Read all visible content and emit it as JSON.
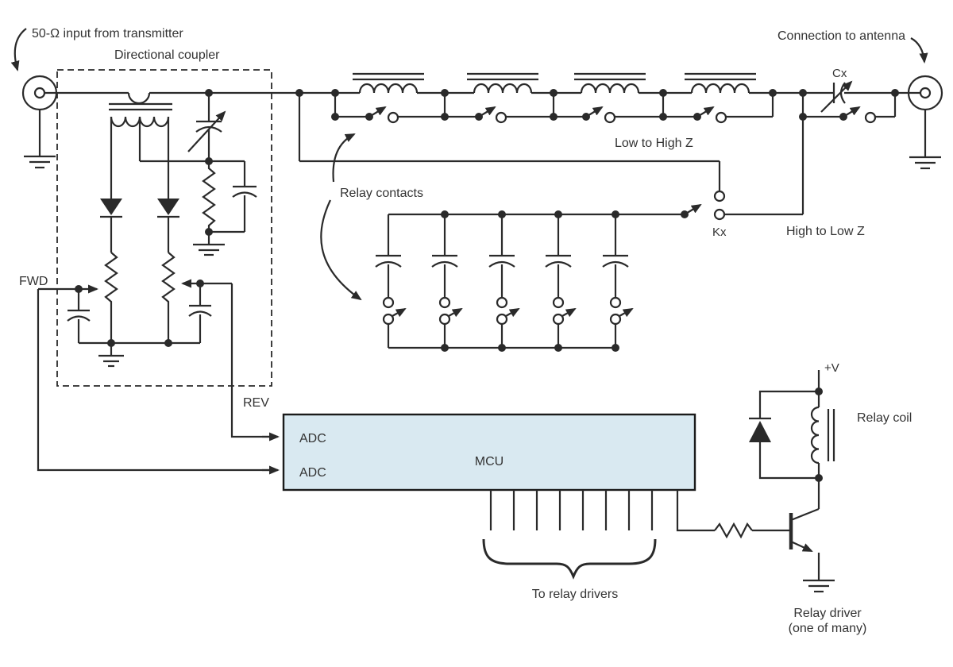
{
  "labels": {
    "input": "50-Ω input from transmitter",
    "coupler": "Directional coupler",
    "antenna": "Connection to antenna",
    "relay_contacts": "Relay contacts",
    "low_to_high_z": "Low to High Z",
    "high_to_low_z": "High to Low Z",
    "kx": "Kx",
    "cx": "Cx",
    "fwd": "FWD",
    "rev": "REV",
    "adc_top": "ADC",
    "adc_bottom": "ADC",
    "mcu": "MCU",
    "to_relay_drivers": "To relay drivers",
    "plus_v": "+V",
    "relay_coil": "Relay coil",
    "relay_driver_line1": "Relay driver",
    "relay_driver_line2": "(one of many)"
  },
  "colors": {
    "line": "#2a2a2a",
    "text": "#333333",
    "mcu_fill": "#d9e9f1",
    "mcu_border": "#1b1b1b",
    "background": "#ffffff"
  },
  "counts": {
    "inductor_sections": 4,
    "capacitor_branches": 5,
    "mcu_output_pins": 8
  }
}
